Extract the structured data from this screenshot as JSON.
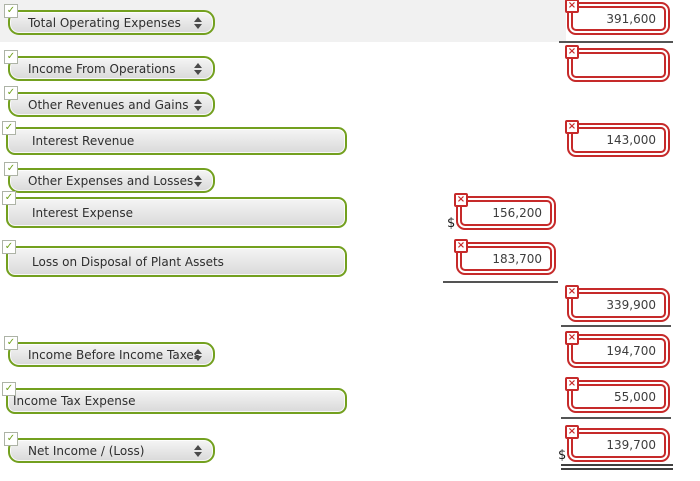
{
  "icons": {
    "check": "✓",
    "close": "×"
  },
  "colors": {
    "correct_green": "#73a01f",
    "incorrect_red": "#c62a2a",
    "row_stripe": "#f1f1f1",
    "rule_gray": "#545454"
  },
  "left_items": [
    {
      "label": "Total Operating Expenses",
      "kind": "select"
    },
    {
      "label": "Income From Operations",
      "kind": "select"
    },
    {
      "label": "Other Revenues and Gains",
      "kind": "select"
    },
    {
      "label": "Interest Revenue",
      "kind": "text",
      "indented": true
    },
    {
      "label": "Other Expenses and Losses",
      "kind": "select"
    },
    {
      "label": "Interest Expense",
      "kind": "text",
      "indented": true
    },
    {
      "label": "Loss on Disposal of Plant Assets",
      "kind": "text",
      "indented": true
    },
    {
      "label": "Income Before Income Taxes",
      "kind": "select"
    },
    {
      "label": "Income Tax Expense",
      "kind": "text",
      "indented": false
    },
    {
      "label": "Net Income / (Loss)",
      "kind": "select"
    }
  ],
  "amounts": [
    {
      "value": "391,600"
    },
    {
      "value": ""
    },
    {
      "value": "143,000"
    },
    {
      "value": "156,200",
      "prefix": "$"
    },
    {
      "value": "183,700"
    },
    {
      "value": "339,900"
    },
    {
      "value": "194,700"
    },
    {
      "value": "55,000"
    },
    {
      "value": "139,700",
      "prefix": "$"
    }
  ]
}
